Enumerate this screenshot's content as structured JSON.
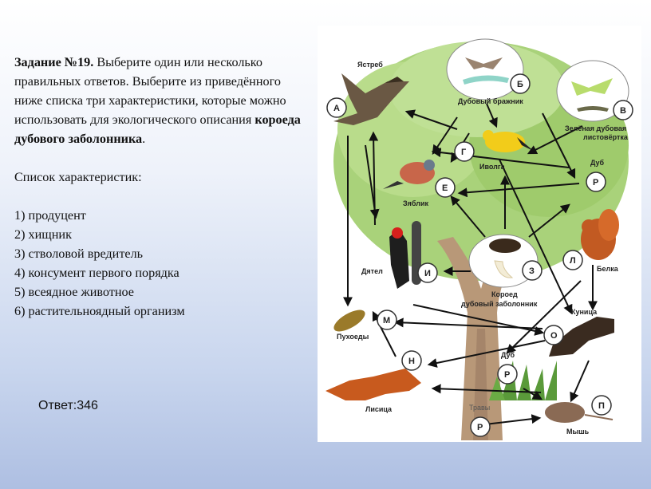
{
  "task": {
    "heading": "Задание №19.",
    "intro": " Выберите один или несколько правильных ответов. Выберите из приведённого ниже списка три характеристики, которые можно использовать для экологического описания ",
    "subject": "короеда дубового заболонника",
    "period": ".",
    "list_title": "Список характеристик:",
    "items": [
      "1) продуцент",
      "2) хищник",
      "3) стволовой вредитель",
      "4) консумент первого порядка",
      "5) всеядное животное",
      "6) растительноядный организм"
    ]
  },
  "answer": "Ответ:346",
  "diagram": {
    "labels": {
      "hawk": "Ястреб",
      "hawkmoth": "Дубовый бражник",
      "leafroller": "Зелёная дубовая листовёртка",
      "oriole": "Иволга",
      "finch": "Зяблик",
      "oak_top": "Дуб",
      "squirrel": "Белка",
      "woodpecker": "Дятел",
      "beetle": "Короед дубовый заболонник",
      "marten": "Куница",
      "pukhoedy": "Пухоеды",
      "oak_bottom": "Дуб",
      "fox": "Лисица",
      "grass": "Травы",
      "mouse": "Мышь"
    },
    "letters": {
      "A": "А",
      "B": "Б",
      "V": "В",
      "G": "Г",
      "E": "Е",
      "R1": "Р",
      "L": "Л",
      "I": "И",
      "Z": "З",
      "M": "М",
      "O": "О",
      "N": "Н",
      "R2": "Р",
      "P": "П",
      "R3": "Р"
    }
  }
}
